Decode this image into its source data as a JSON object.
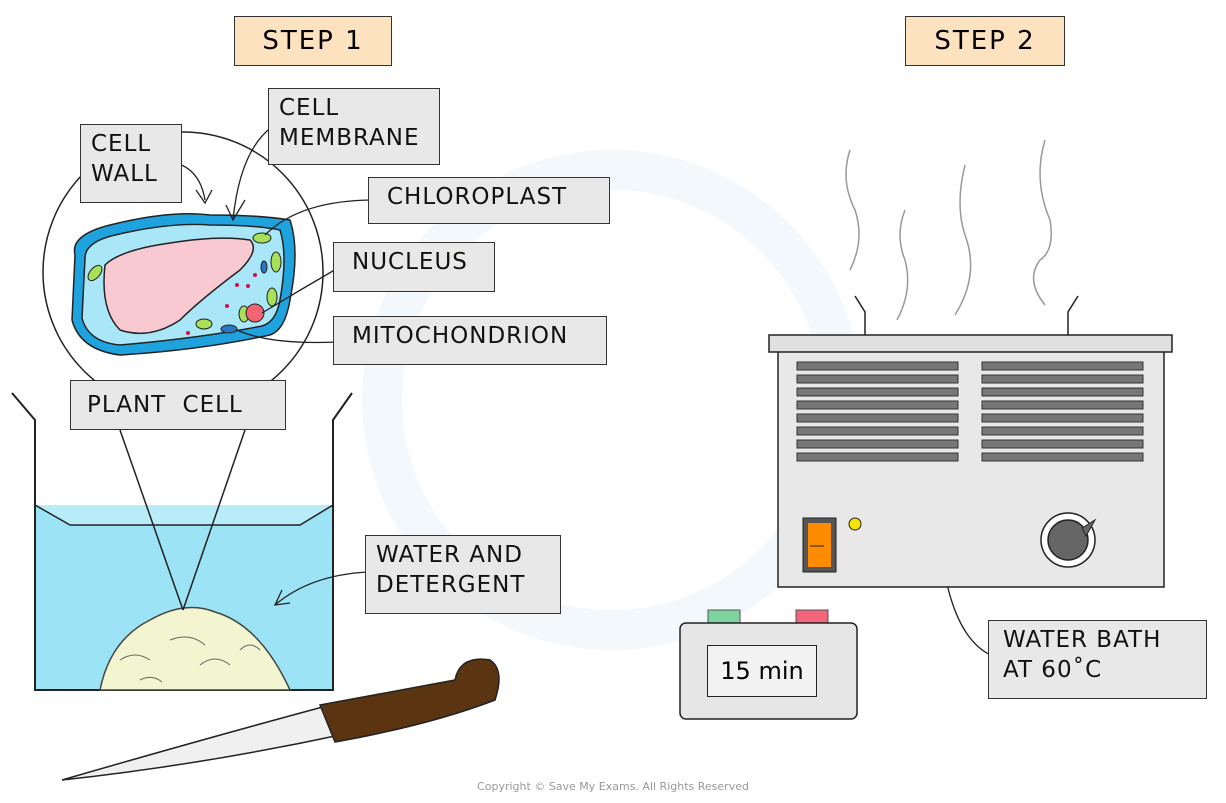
{
  "step1": {
    "title": "STEP 1"
  },
  "step2": {
    "title": "STEP 2"
  },
  "labels": {
    "cell_wall": [
      "CELL",
      "WALL"
    ],
    "cell_membrane": [
      "CELL",
      "MEMBRANE"
    ],
    "chloroplast": "CHLOROPLAST",
    "nucleus": "NUCLEUS",
    "mitochondrion": "MITOCHONDRION",
    "plant_cell": "PLANT CELL",
    "water_detergent": [
      "WATER AND",
      "DETERGENT"
    ],
    "water_bath": [
      "WATER BATH",
      "AT 60˚C"
    ]
  },
  "timer": {
    "display": "15 min"
  },
  "copyright": "Copyright © Save My Exams. All Rights Reserved",
  "colors": {
    "step_fill": "#fde2bf",
    "label_fill": "#e8e8e8",
    "water": "#9be3f5",
    "cell_wall": "#1fa3df",
    "vacuole": "#f9c9d2",
    "chloroplast": "#a8e05a",
    "knife_handle": "#5b3412",
    "switch": "#ff8c00"
  }
}
